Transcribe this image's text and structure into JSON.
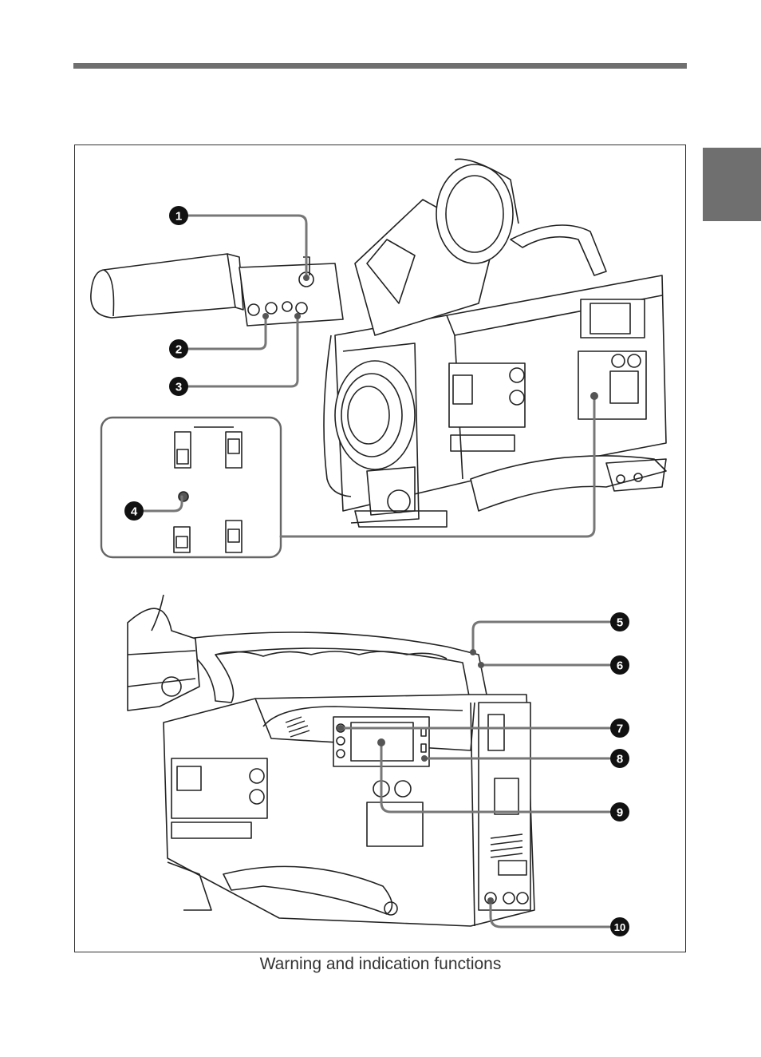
{
  "caption": "Warning and indication functions",
  "callouts": [
    "1",
    "2",
    "3",
    "4",
    "5",
    "6",
    "7",
    "8",
    "9",
    "10"
  ],
  "colors": {
    "rule": "#6f6f6f",
    "line": "#666666",
    "ink": "#222222"
  }
}
